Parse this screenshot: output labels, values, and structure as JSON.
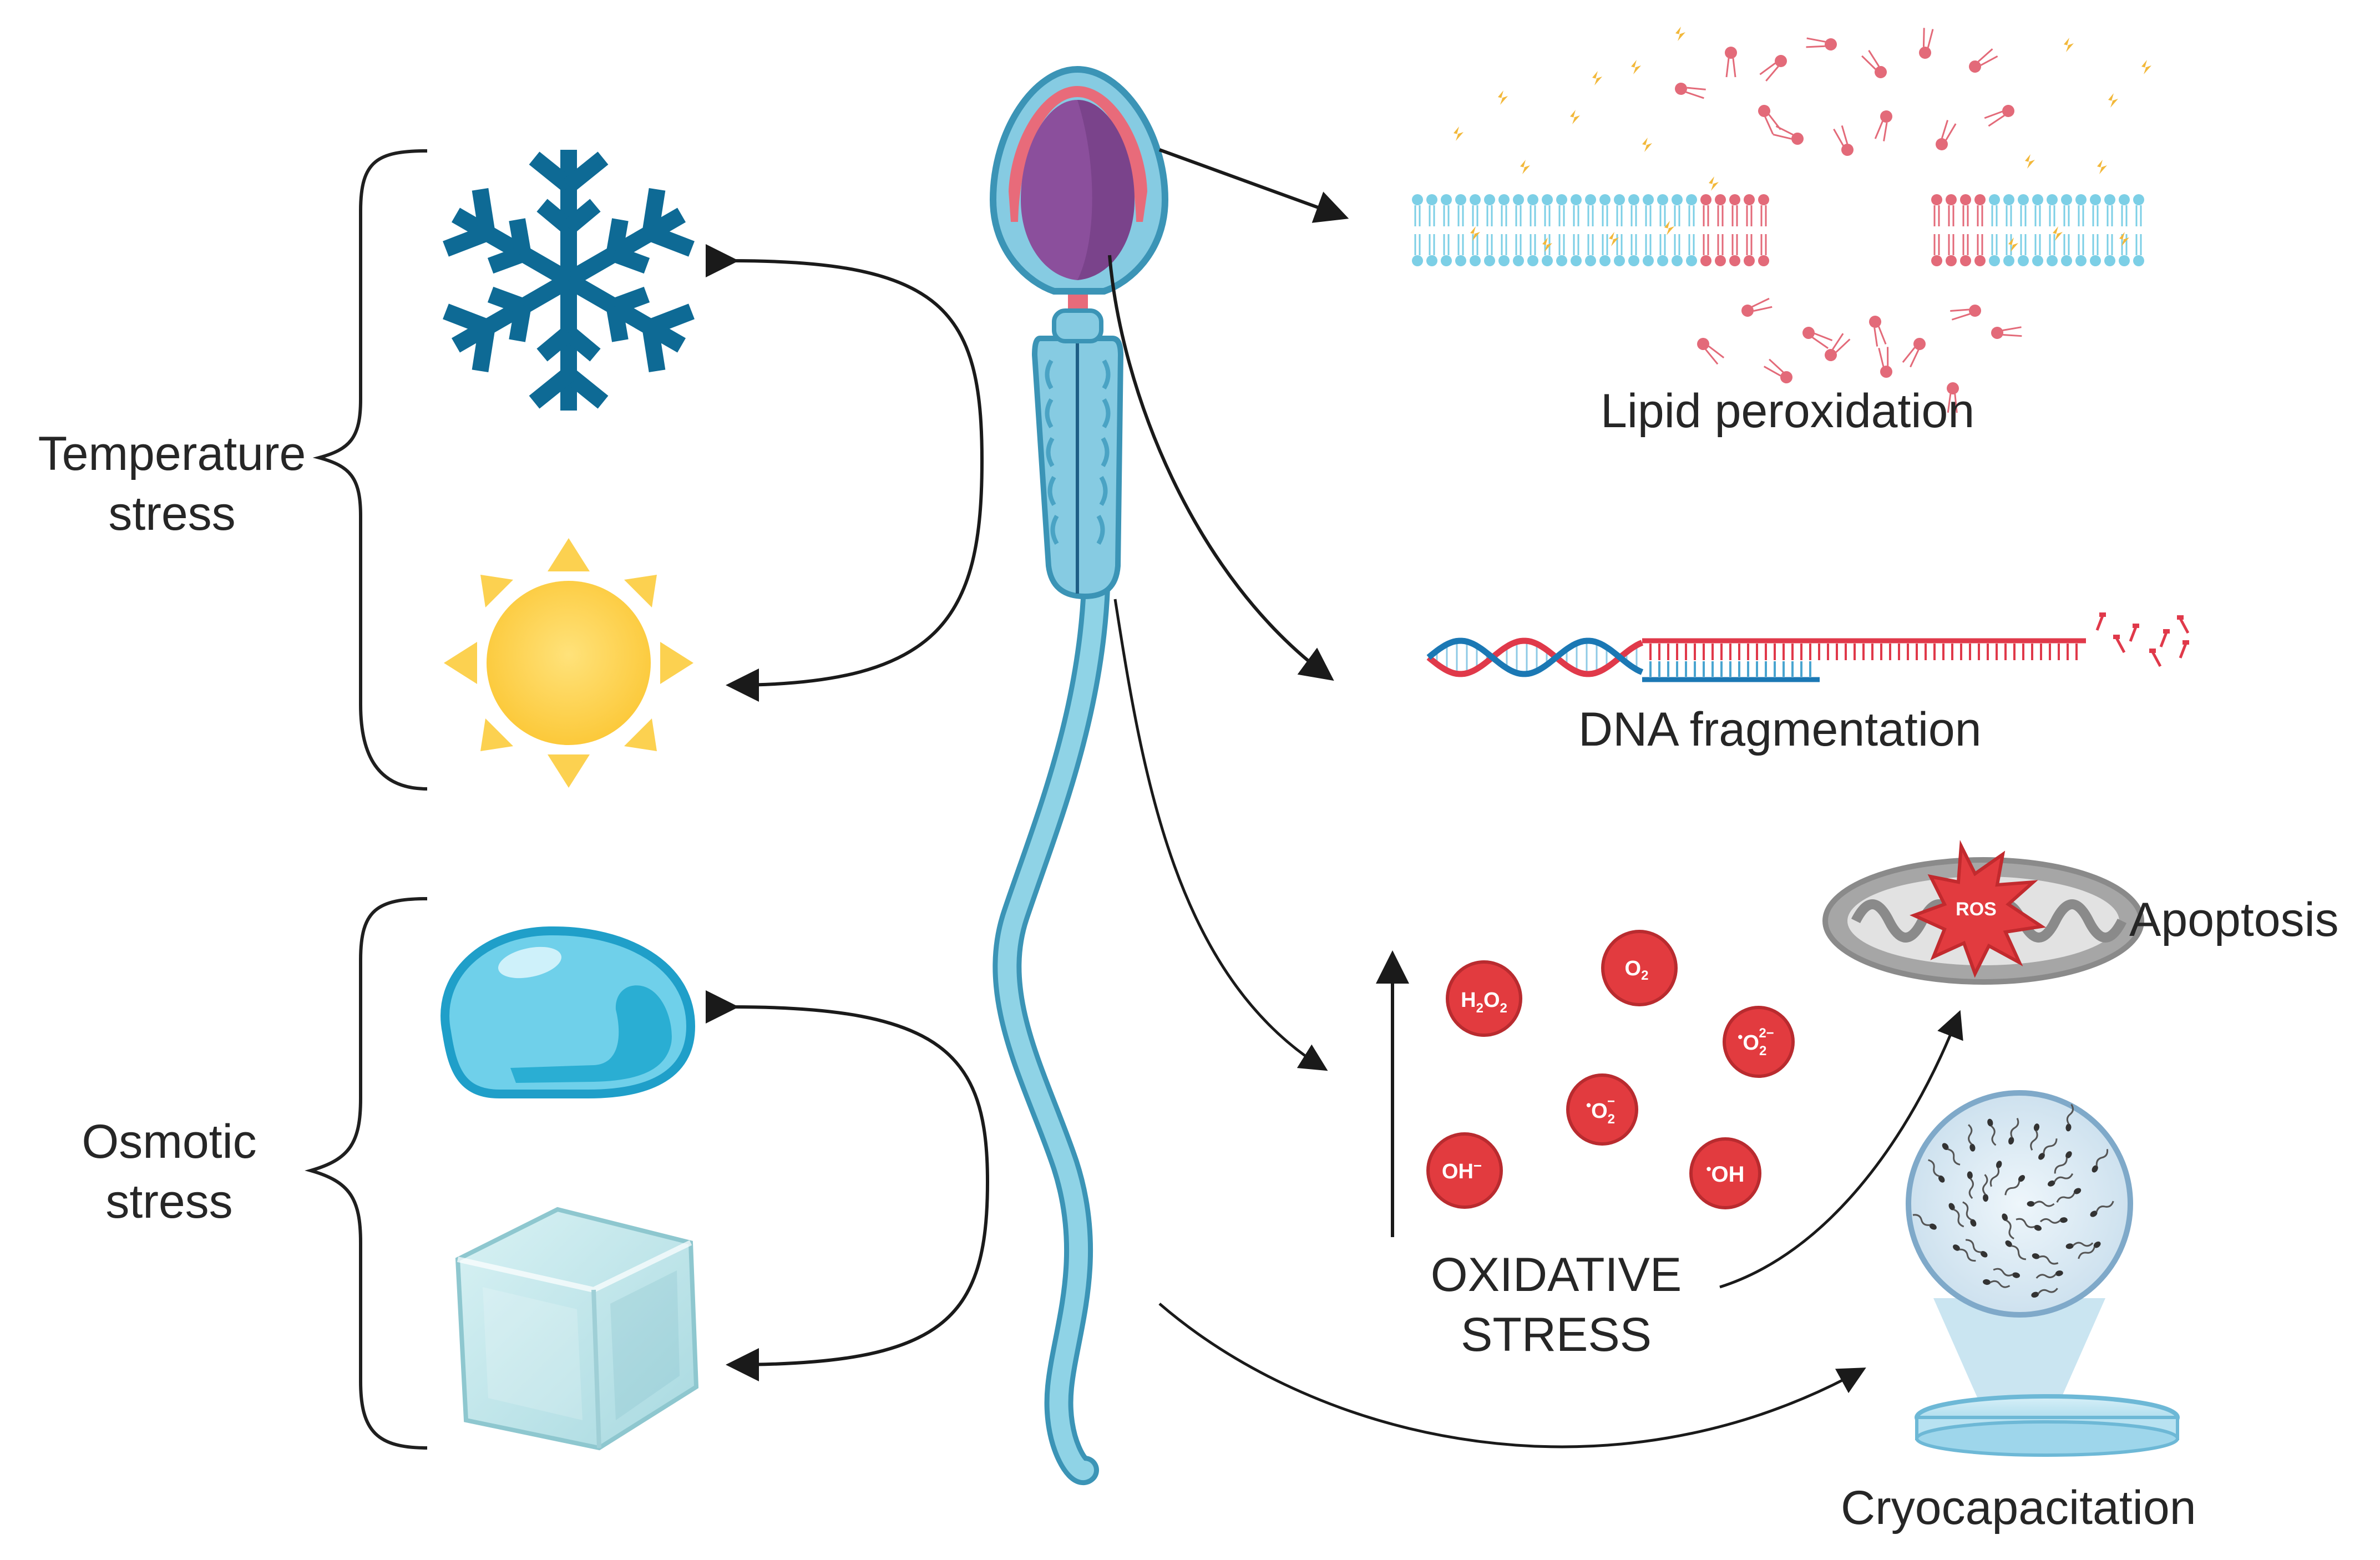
{
  "stress_groups": {
    "temperature": {
      "line1": "Temperature",
      "line2": "stress"
    },
    "osmotic": {
      "line1": "Osmotic",
      "line2": "stress"
    }
  },
  "effects": {
    "lipid": "Lipid peroxidation",
    "dna": "DNA fragmentation",
    "apoptosis": "Apoptosis",
    "cryocapacitation": "Cryocapacitation",
    "oxidative_line1": "OXIDATIVE",
    "oxidative_line2": "STRESS"
  },
  "ros": {
    "mito_label": "ROS",
    "h2o2": "H",
    "h2o2_sub1": "2",
    "h2o2_mid": "O",
    "h2o2_sub2": "2",
    "o2": "O",
    "o2_sub": "2",
    "superoxide_a": "O",
    "superoxide_a_sub": "2",
    "superoxide_a_sup": "2−",
    "superoxide_b": "O",
    "superoxide_b_sub": "2",
    "superoxide_b_sup": "−",
    "hydroxide": "OH",
    "hydroxide_sup": "−",
    "hydroxyl": "OH",
    "radical_dot": "•"
  },
  "colors": {
    "snowflake": "#0e6a95",
    "sun": "#fcd150",
    "droplet": "#29a9cf",
    "ice": "#bfe6ea",
    "sperm_body": "#7cc6de",
    "sperm_outline": "#3b94b6",
    "nucleus": "#8b4f9c",
    "acrosome": "#e86b7a",
    "ros_red": "#e23b3f",
    "lipid_blue": "#7ccfe6",
    "lipid_red": "#e36a79",
    "spark": "#f2b83a",
    "dna_blue": "#1b78b4",
    "dna_red": "#e0394a",
    "mito_gray": "#9e9e9e",
    "arrow": "#1a1a1a"
  }
}
